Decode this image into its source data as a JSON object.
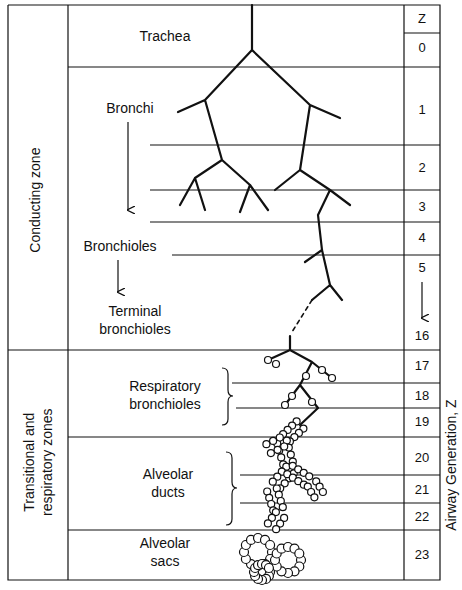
{
  "diagram": {
    "labels": [
      "Z",
      "0",
      "Trachea",
      "Bronchi",
      "1",
      "2",
      "3",
      "Bronchioles",
      "4",
      "5",
      "16",
      "Terminal bronchioles",
      "17",
      "18",
      "19",
      "Respiratory bronchioles",
      "20",
      "21",
      "22",
      "Alveolar ducts",
      "23",
      "Alveolar sacs",
      "Conducting zone",
      "Transitional and respiratory zones",
      "Airway Generation, Z"
    ]
  }
}
